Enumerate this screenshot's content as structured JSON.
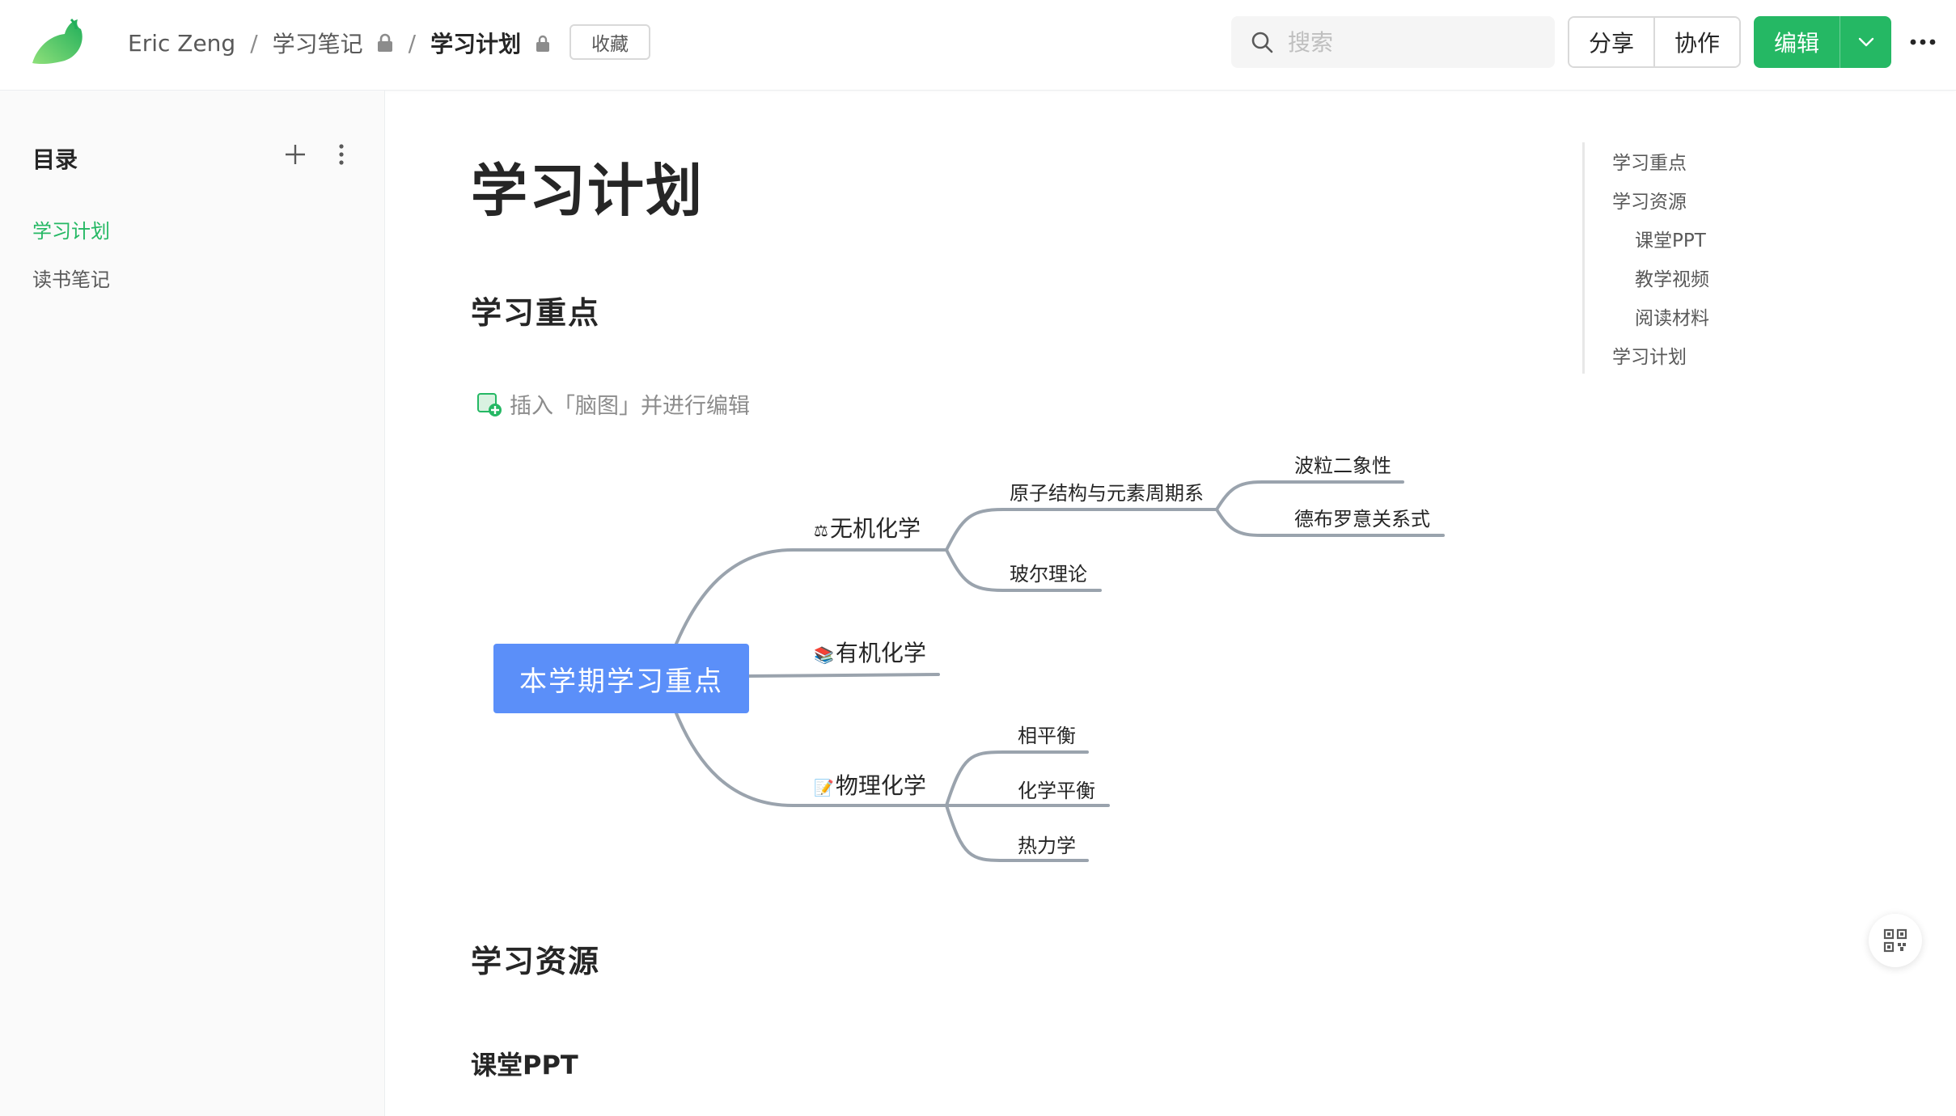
{
  "header": {
    "breadcrumb": {
      "user": "Eric Zeng",
      "book": "学习笔记",
      "doc": "学习计划",
      "separator": "/"
    },
    "favorite_label": "收藏",
    "search_placeholder": "搜索",
    "share_label": "分享",
    "collab_label": "协作",
    "edit_label": "编辑"
  },
  "sidebar": {
    "title": "目录",
    "items": [
      {
        "label": "学习计划",
        "active": true
      },
      {
        "label": "读书笔记",
        "active": false
      }
    ]
  },
  "doc": {
    "title": "学习计划",
    "h2_focus": "学习重点",
    "mindmap_hint": "插入「脑图」并进行编辑",
    "h2_resources": "学习资源",
    "h3_ppt": "课堂PPT"
  },
  "mindmap": {
    "root": "本学期学习重点",
    "inorganic": {
      "emoji": "⚖",
      "label": "无机化学"
    },
    "inorganic_children": [
      "原子结构与元素周期系",
      "玻尔理论"
    ],
    "atomic_children": [
      "波粒二象性",
      "德布罗意关系式"
    ],
    "organic": {
      "emoji": "📚",
      "label": "有机化学"
    },
    "physical": {
      "emoji": "📝",
      "label": "物理化学"
    },
    "physical_children": [
      "相平衡",
      "化学平衡",
      "热力学"
    ]
  },
  "toc": {
    "items": [
      {
        "label": "学习重点",
        "level": 1
      },
      {
        "label": "学习资源",
        "level": 1
      },
      {
        "label": "课堂PPT",
        "level": 2
      },
      {
        "label": "教学视频",
        "level": 2
      },
      {
        "label": "阅读材料",
        "level": 2
      },
      {
        "label": "学习计划",
        "level": 1
      }
    ]
  },
  "colors": {
    "brand_green": "#25b864",
    "mindmap_root": "#5b8ff9",
    "mindmap_line": "#9aa3ad"
  }
}
